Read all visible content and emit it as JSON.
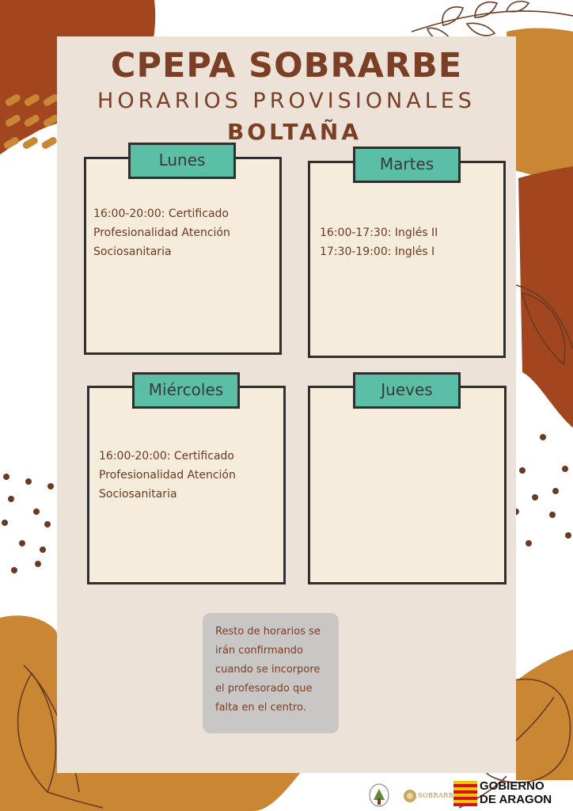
{
  "header": {
    "title": "CPEPA SOBRARBE",
    "subtitle": "HORARIOS PROVISIONALES",
    "location": "BOLTAÑA"
  },
  "schedule": {
    "monday": {
      "label": "Lunes",
      "lines": [
        "16:00-20:00: Certificado",
        "Profesionalidad Atención",
        "Sociosanitaria"
      ]
    },
    "tuesday": {
      "label": "Martes",
      "lines": [
        "16:00-17:30: Inglés II",
        "17:30-19:00: Inglés I"
      ]
    },
    "wednesday": {
      "label": "Miércoles",
      "lines": [
        "16:00-20:00: Certificado",
        "Profesionalidad Atención",
        "Sociosanitaria"
      ]
    },
    "thursday": {
      "label": "Jueves",
      "lines": []
    }
  },
  "note": {
    "lines": [
      "Resto de horarios se",
      "irán confirmando",
      "cuando se incorpore",
      "el profesorado que",
      "falta en el centro."
    ]
  },
  "footer": {
    "logo_sobrarbe": "SOBRARBE",
    "gobierno_line1": "GOBIERNO",
    "gobierno_line2": "DE ARAGON"
  },
  "colors": {
    "rust": "#a1461f",
    "ochre": "#c98733",
    "teal": "#5bbfa6",
    "card": "#ece2d8",
    "paper": "#f6ecdb",
    "text": "#7a3f25"
  }
}
